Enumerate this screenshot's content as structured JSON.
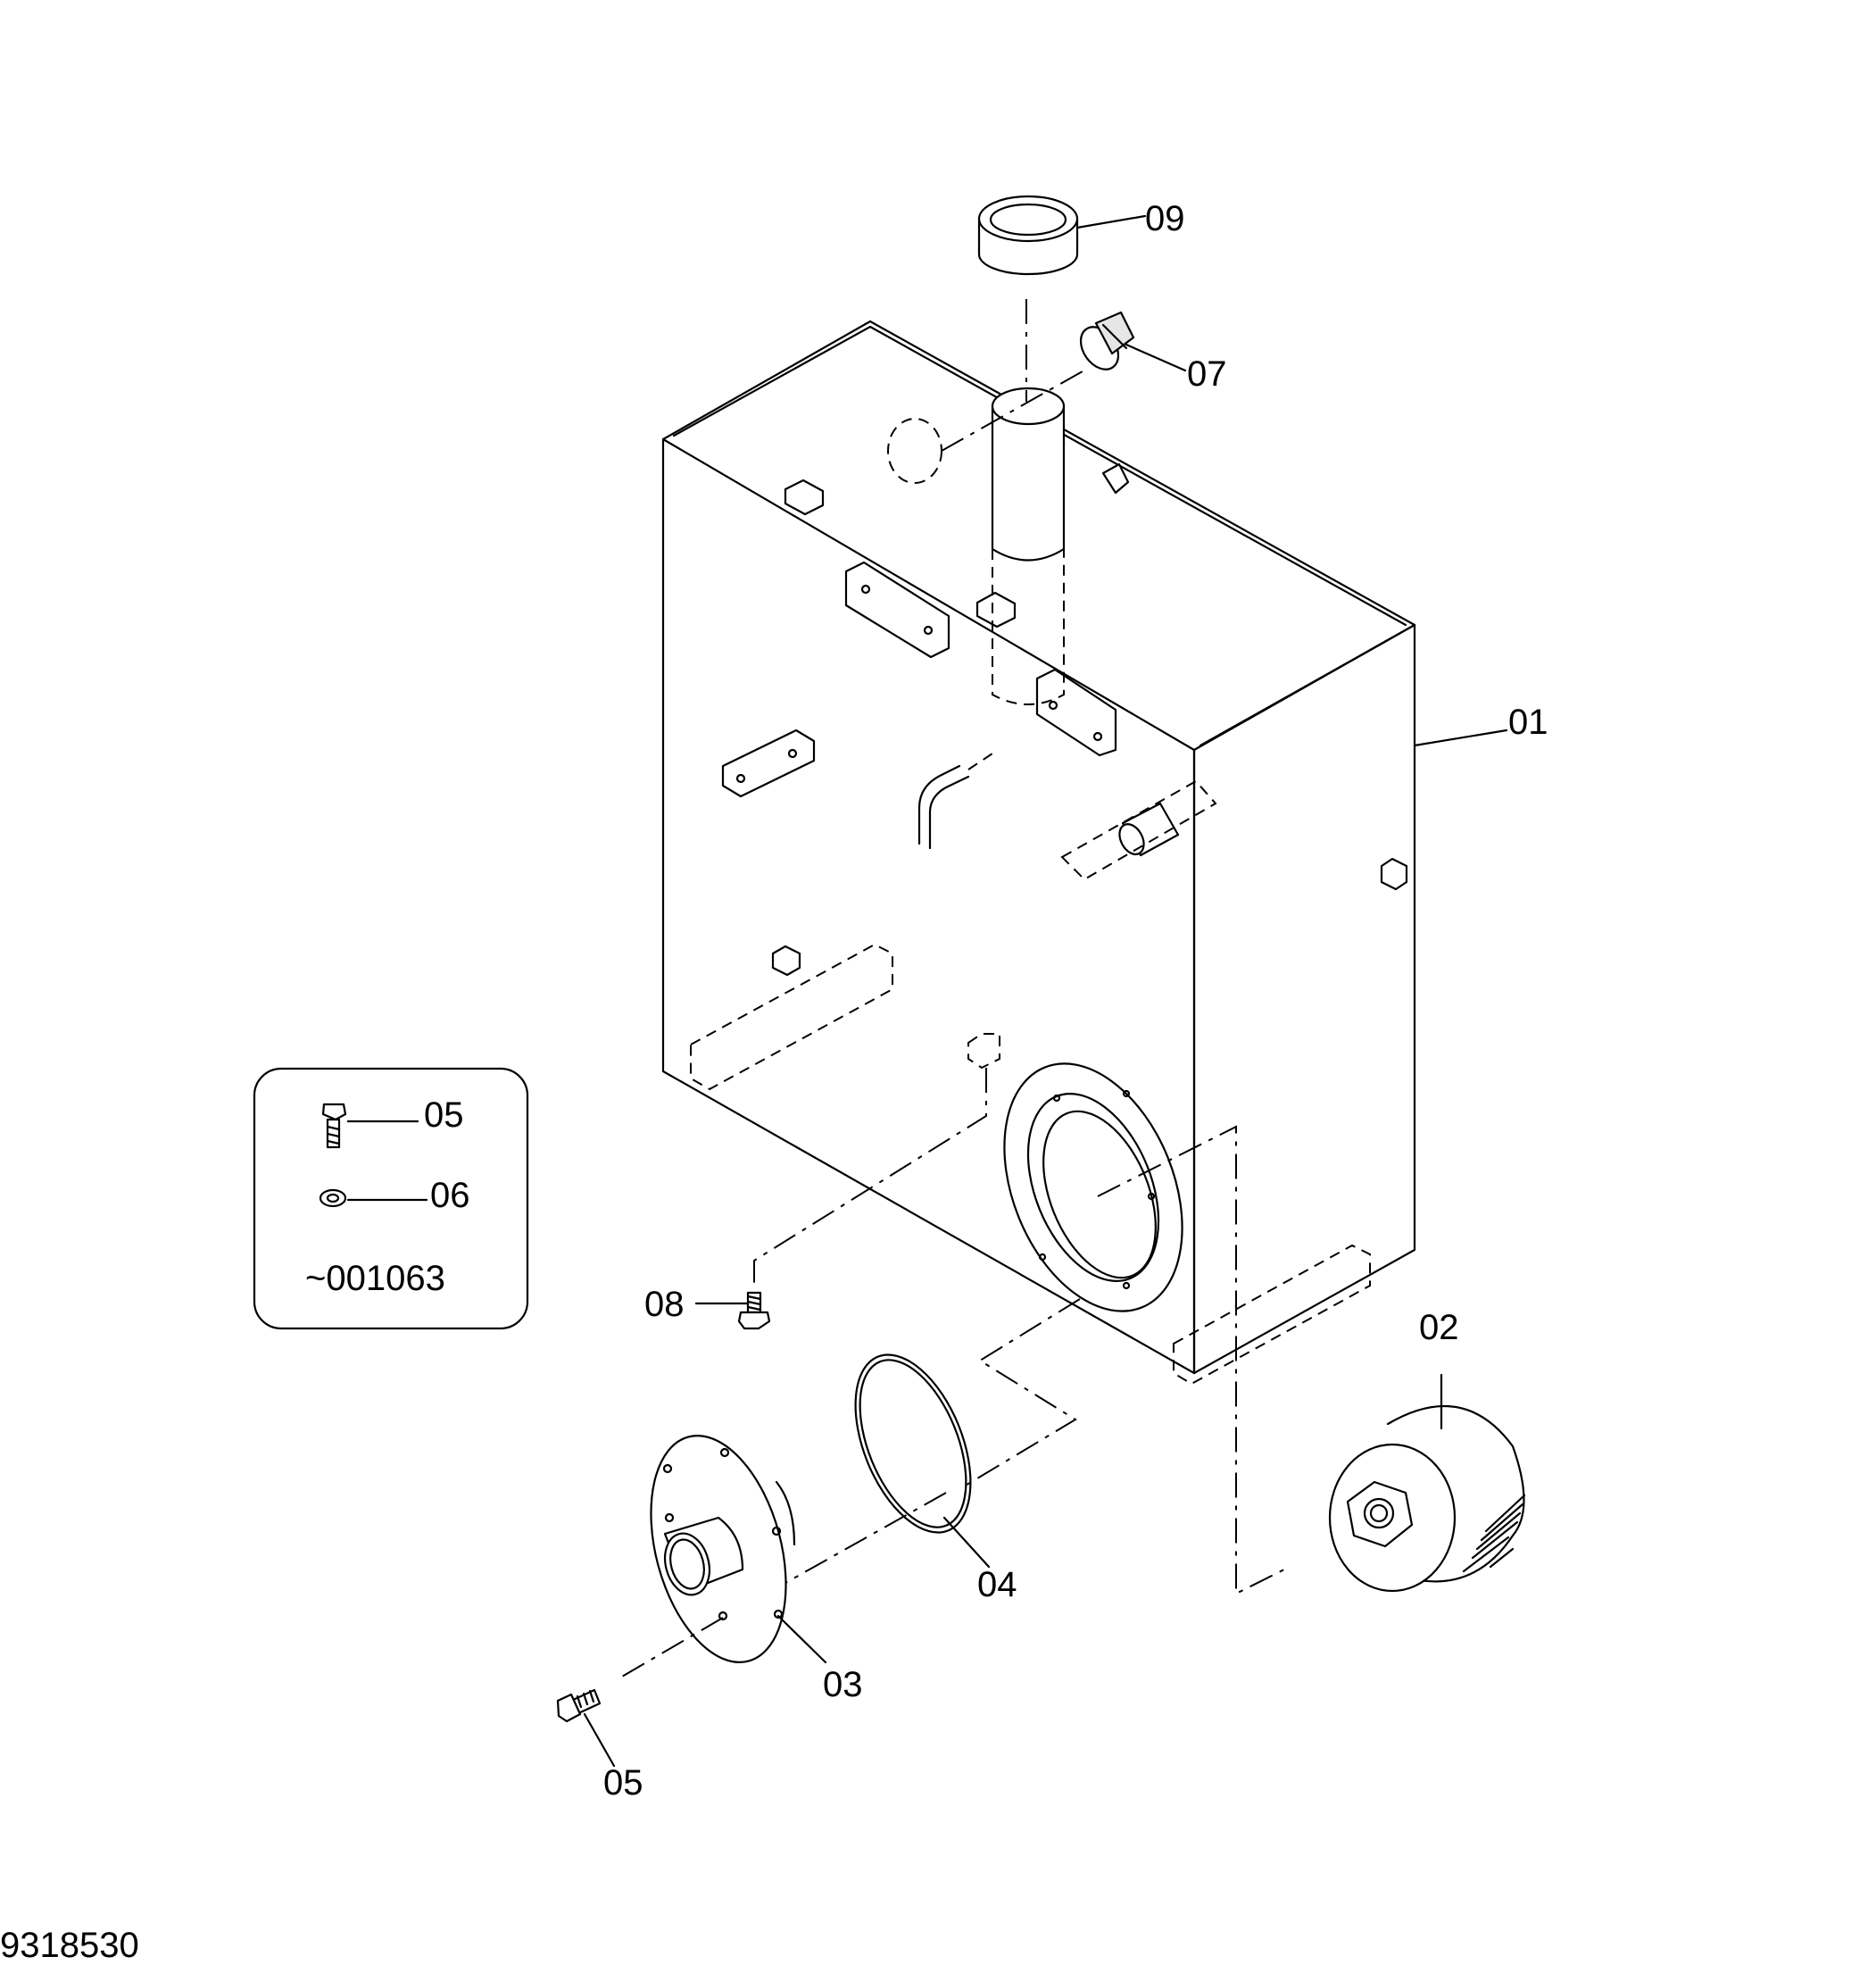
{
  "callouts": {
    "p01": "01",
    "p02": "02",
    "p03": "03",
    "p04": "04",
    "p05_main": "05",
    "p07": "07",
    "p08": "08",
    "p09": "09"
  },
  "inset": {
    "p05": "05",
    "p06": "06",
    "serial_range": "~001063"
  },
  "drawing_number": "9318530"
}
